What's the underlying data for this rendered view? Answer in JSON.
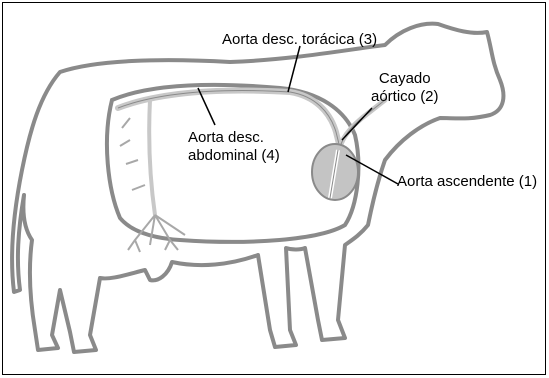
{
  "labels": {
    "thoracic": "Aorta desc. torácica (3)",
    "arch_line1": "Cayado",
    "arch_line2": "aórtico (2)",
    "abdominal_line1": "Aorta desc.",
    "abdominal_line2": "abdominal (4)",
    "ascending": "Aorta ascendente (1)"
  },
  "colors": {
    "outline": "#8a8a8a",
    "body_fill": "#ffffff",
    "vessel": "#c8c8c8",
    "heart": "#c4c4c4",
    "leader": "#000000"
  }
}
